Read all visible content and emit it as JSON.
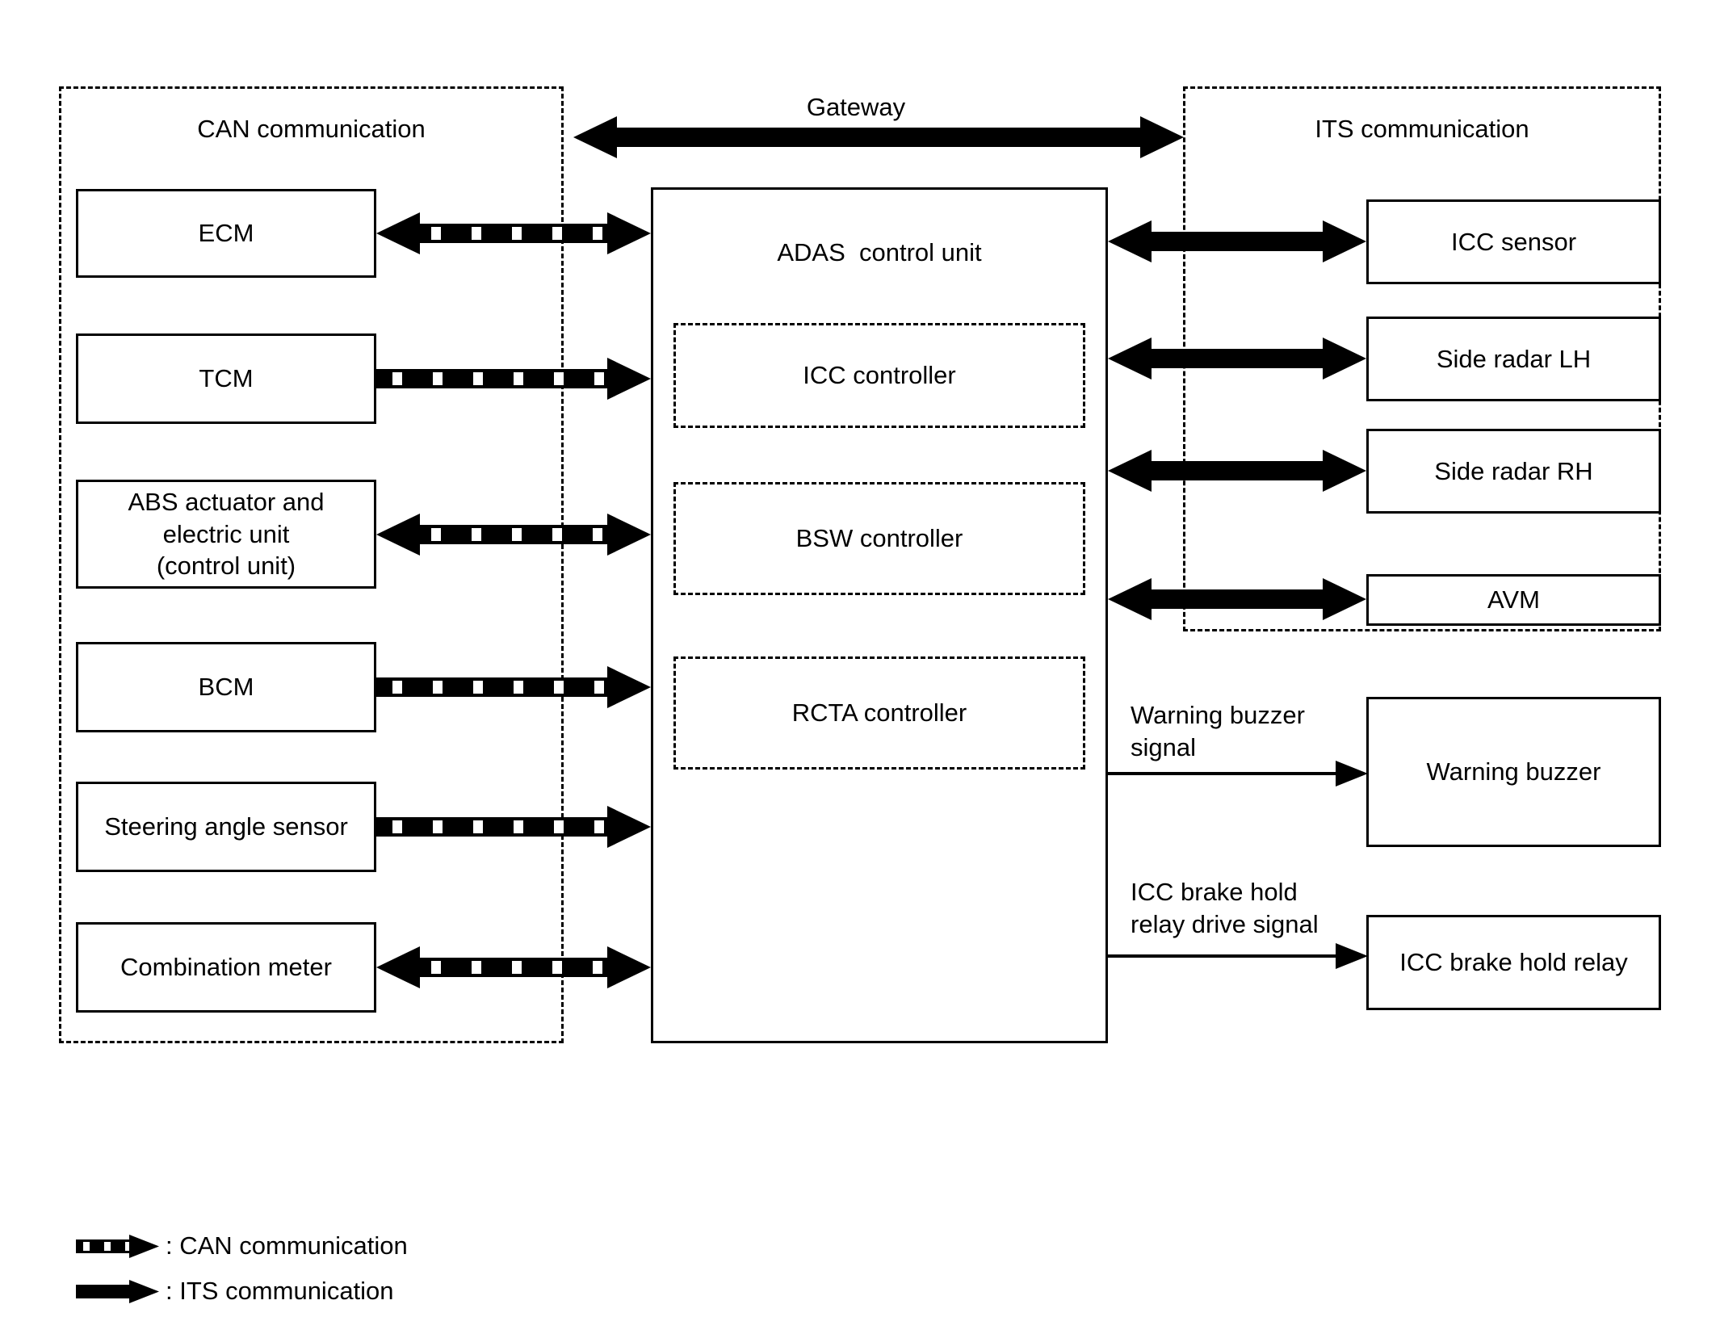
{
  "diagram": {
    "zones": [
      {
        "id": "can",
        "title": "CAN communication"
      },
      {
        "id": "its",
        "title": "ITS communication"
      }
    ],
    "gateway_label": "Gateway",
    "left_modules": [
      {
        "id": "ecm",
        "label": "ECM",
        "arrow": "bidirectional"
      },
      {
        "id": "tcm",
        "label": "TCM",
        "arrow": "to-adas"
      },
      {
        "id": "abs",
        "label": "ABS actuator and\nelectric unit\n(control unit)",
        "arrow": "bidirectional"
      },
      {
        "id": "bcm",
        "label": "BCM",
        "arrow": "to-adas"
      },
      {
        "id": "steering-angle-sensor",
        "label": "Steering angle sensor",
        "arrow": "to-adas"
      },
      {
        "id": "combination-meter",
        "label": "Combination meter",
        "arrow": "bidirectional"
      }
    ],
    "adas": {
      "title": "ADAS  control unit",
      "controllers": [
        {
          "id": "icc-controller",
          "label": "ICC  controller"
        },
        {
          "id": "bsw-controller",
          "label": "BSW controller"
        },
        {
          "id": "rcta-controller",
          "label": "RCTA controller"
        }
      ]
    },
    "right_modules": [
      {
        "id": "icc-sensor",
        "label": "ICC sensor",
        "arrow": "bidirectional-its"
      },
      {
        "id": "side-radar-lh",
        "label": "Side radar LH",
        "arrow": "bidirectional-its"
      },
      {
        "id": "side-radar-rh",
        "label": "Side radar RH",
        "arrow": "bidirectional-its"
      },
      {
        "id": "avm",
        "label": "AVM",
        "arrow": "bidirectional-its"
      },
      {
        "id": "warning-buzzer",
        "label": "Warning buzzer",
        "arrow": "thin-out"
      },
      {
        "id": "icc-brake-hold-relay",
        "label": "ICC brake hold relay",
        "arrow": "thin-out"
      }
    ],
    "signal_labels": [
      {
        "id": "warning-buzzer-signal",
        "text": "Warning buzzer\nsignal"
      },
      {
        "id": "icc-brake-hold-relay-drive-signal",
        "text": "ICC brake hold\nrelay drive signal"
      }
    ],
    "legend": [
      {
        "id": "can-legend",
        "glyph": "dashed-arrow-icon",
        "text": ": CAN communication"
      },
      {
        "id": "its-legend",
        "glyph": "solid-arrow-icon",
        "text": ": ITS communication"
      }
    ]
  },
  "colors": {
    "stroke": "#000000",
    "background": "#ffffff"
  }
}
